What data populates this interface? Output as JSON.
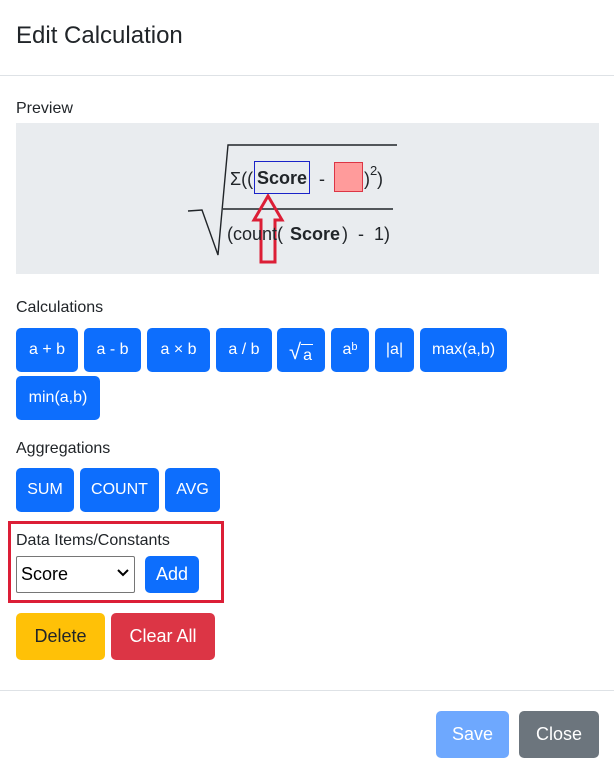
{
  "modal": {
    "title": "Edit Calculation"
  },
  "preview": {
    "label": "Preview",
    "formula": {
      "sigma_open": "Σ((",
      "field": "Score",
      "minus": "-",
      "close": ")",
      "exponent": "2",
      "close2": ")",
      "denominator_open": "(count(",
      "denominator_field": "Score",
      "denominator_rest": ")  -  1)"
    }
  },
  "calculations": {
    "label": "Calculations",
    "buttons": [
      "a + b",
      "a - b",
      "a × b",
      "a / b",
      "√a",
      "aᵇ",
      "|a|",
      "max(a,b)",
      "min(a,b)"
    ],
    "sqrt_sym": "√",
    "sqrt_var": "a",
    "pow_base": "a",
    "pow_exp": "b"
  },
  "aggregations": {
    "label": "Aggregations",
    "buttons": [
      "SUM",
      "COUNT",
      "AVG"
    ]
  },
  "data_items": {
    "label": "Data Items/Constants",
    "selected": "Score",
    "add_label": "Add"
  },
  "actions": {
    "delete_label": "Delete",
    "clear_label": "Clear All"
  },
  "footer": {
    "save_label": "Save",
    "close_label": "Close"
  },
  "colors": {
    "primary": "#0d6efd",
    "warning": "#ffc107",
    "danger": "#dc3545",
    "secondary": "#6c757d",
    "highlight": "#dc1e36"
  }
}
